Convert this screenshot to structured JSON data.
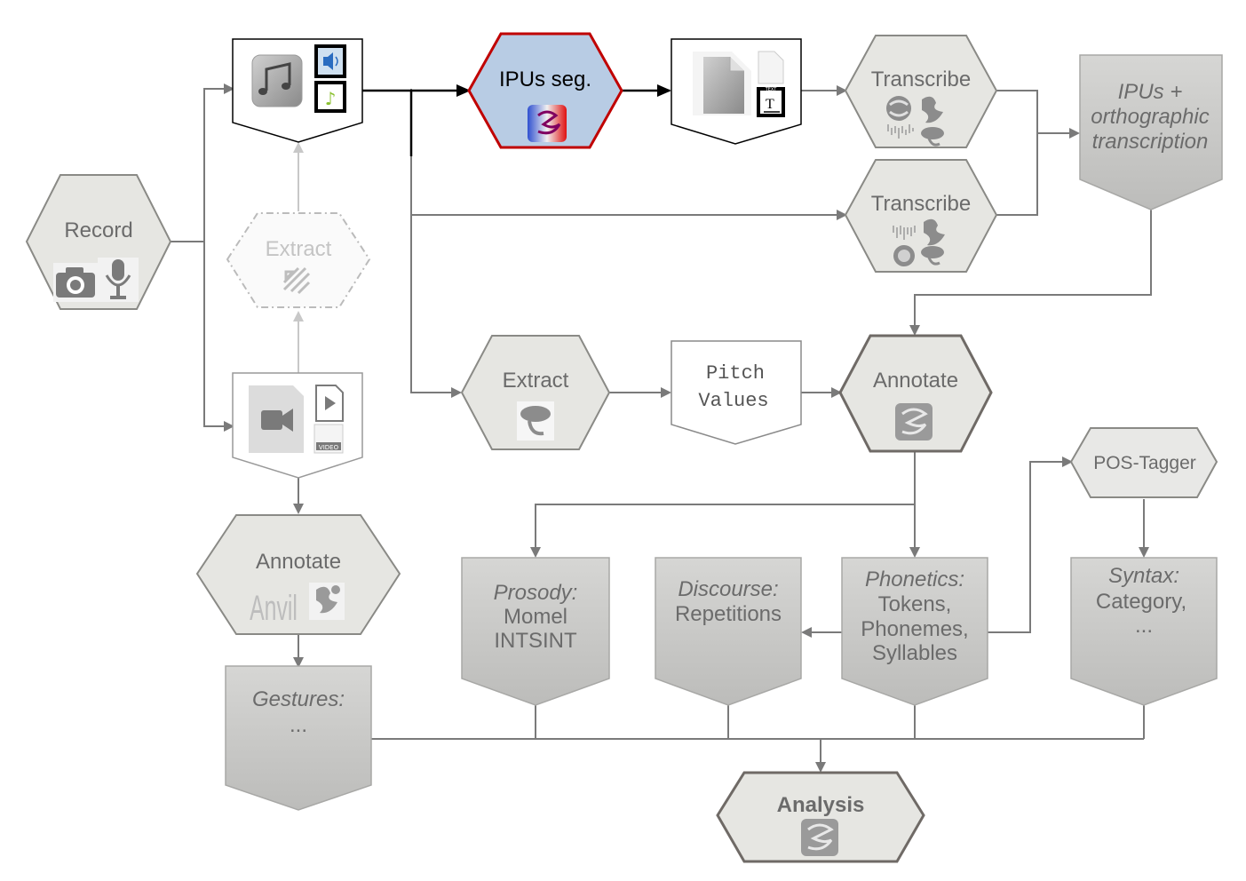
{
  "nodes": {
    "record": {
      "label": "Record"
    },
    "extract_video": {
      "label": "Extract"
    },
    "ipus_seg": {
      "label": "IPUs seg."
    },
    "transcribe_1": {
      "label": "Transcribe"
    },
    "transcribe_2": {
      "label": "Transcribe"
    },
    "ipus_ortho": {
      "line1": "IPUs +",
      "line2": "orthographic",
      "line3": "transcription"
    },
    "extract_pitch": {
      "label": "Extract"
    },
    "pitch_values": {
      "line1": "Pitch",
      "line2": "Values"
    },
    "annotate_main": {
      "label": "Annotate"
    },
    "annotate_gesture": {
      "label": "Annotate",
      "anvil": "Anvil"
    },
    "pos_tagger": {
      "label": "POS-Tagger"
    },
    "gestures": {
      "title": "Gestures:",
      "line2": "..."
    },
    "prosody": {
      "title": "Prosody:",
      "line2": "Momel",
      "line3": "INTSINT"
    },
    "discourse": {
      "title": "Discourse:",
      "line2": "Repetitions"
    },
    "phonetics": {
      "title": "Phonetics:",
      "line2": "Tokens,",
      "line3": "Phonemes,",
      "line4": "Syllables"
    },
    "syntax": {
      "title": "Syntax:",
      "line2": "Category,",
      "line3": "..."
    },
    "analysis": {
      "label": "Analysis"
    },
    "video_file": {
      "badge": "VIDEO"
    },
    "text_file": {
      "badge": "TEXT"
    }
  },
  "colors": {
    "hex_fill": "#e6e6e2",
    "hex_stroke": "#8a8a86",
    "doc_fill": "#cfcfcd",
    "ipus_fill": "#b8cce4",
    "ipus_stroke": "#c00000",
    "arrow": "#7a7a7a"
  }
}
